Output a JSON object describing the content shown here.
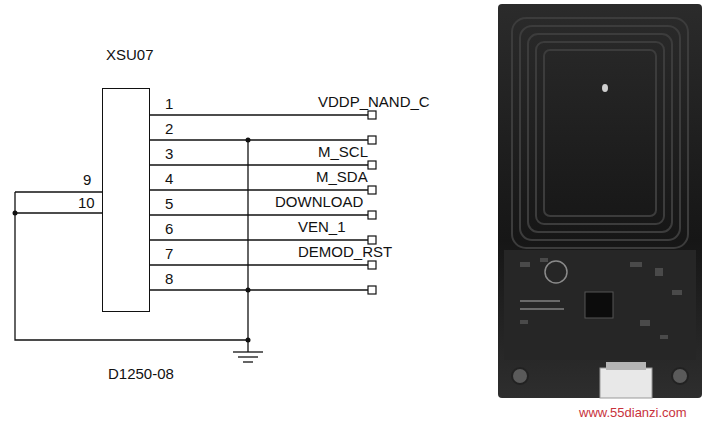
{
  "diagram": {
    "nodes": [
      {
        "text": [
          "XSU07"
        ]
      }
    ],
    "labels": [
      "1",
      "2",
      "3",
      "4",
      "5",
      "6",
      "7",
      "8",
      "9",
      "10",
      "VDDP_NAND_C",
      "M_SCL",
      "M_SDA",
      "DOWNLOAD",
      "VEN_1",
      "DEMOD_RST",
      "D1250-08",
      "www.55dianzi.com"
    ]
  }
}
